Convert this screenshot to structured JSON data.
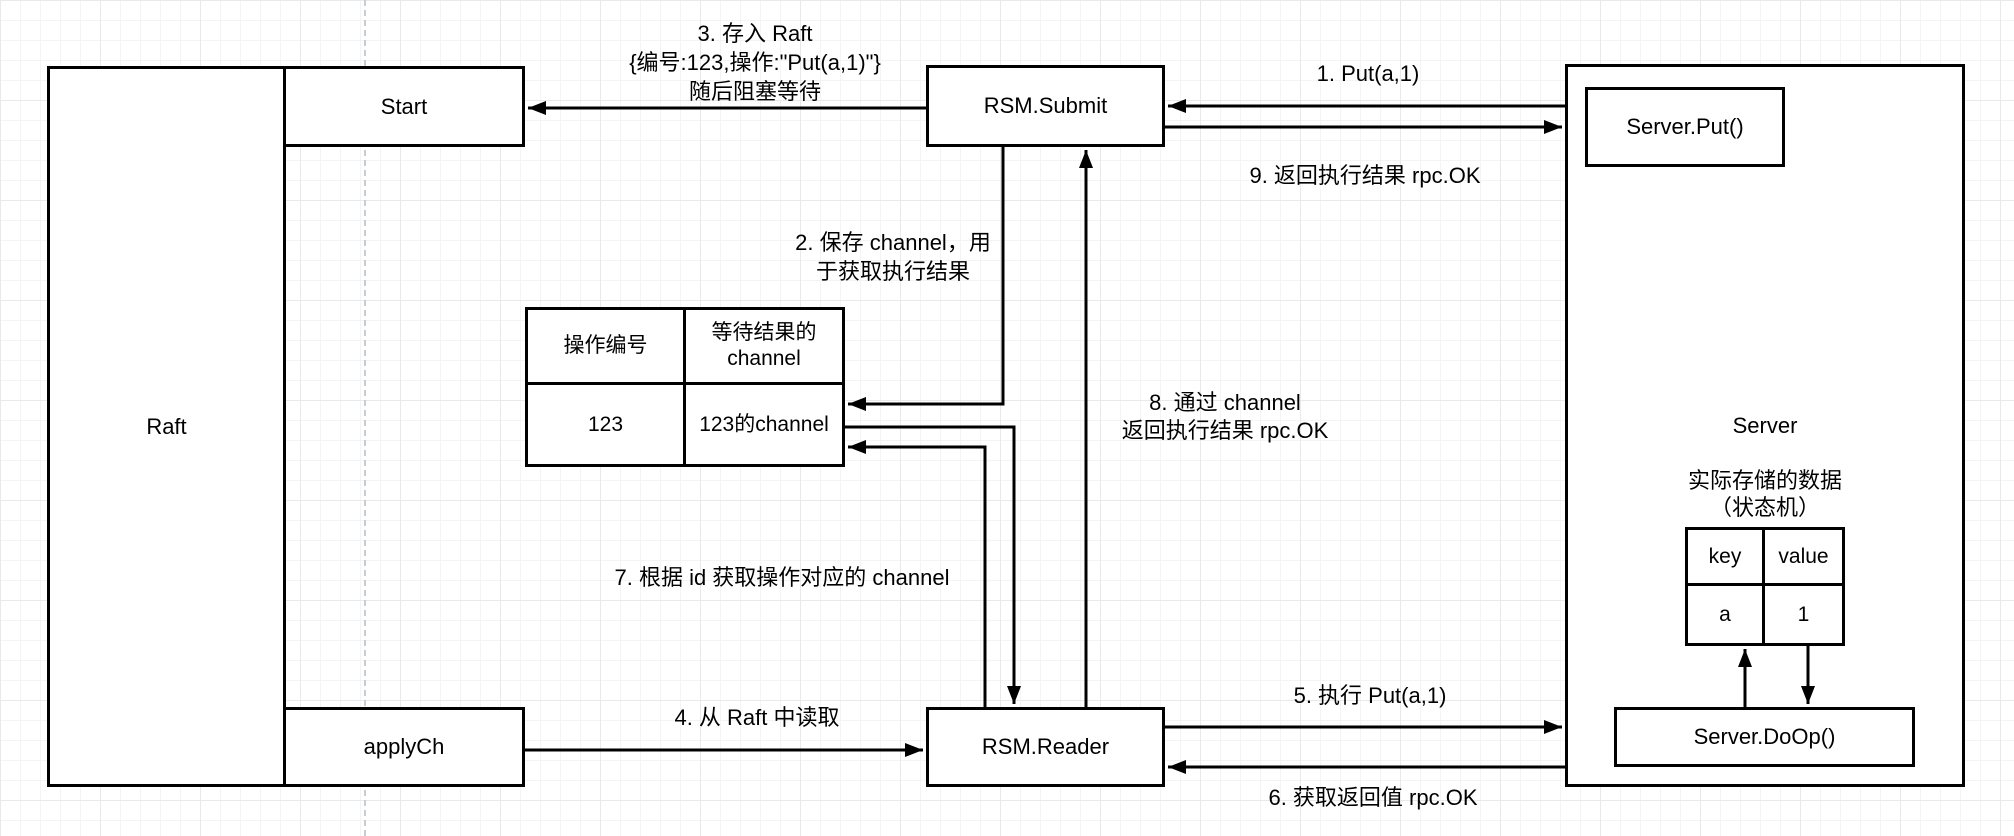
{
  "nodes": {
    "raft": "Raft",
    "start": "Start",
    "applych": "applyCh",
    "rsm_submit": "RSM.Submit",
    "rsm_reader": "RSM.Reader",
    "server": "Server",
    "server_put": "Server.Put()",
    "server_doop": "Server.DoOp()"
  },
  "pending_table": {
    "col1_header": "操作编号",
    "col2_header_line1": "等待结果的",
    "col2_header_line2": "channel",
    "row_id": "123",
    "row_channel": "123的channel"
  },
  "kv": {
    "caption_line1": "实际存储的数据",
    "caption_line2": "（状态机）",
    "header_key": "key",
    "header_value": "value",
    "row_key": "a",
    "row_value": "1"
  },
  "edges": {
    "e1": "1. Put(a,1)",
    "e2_l1": "2. 保存 channel，用",
    "e2_l2": "于获取执行结果",
    "e3_l1": "3. 存入 Raft",
    "e3_l2": "{编号:123,操作:\"Put(a,1)\"}",
    "e3_l3": "随后阻塞等待",
    "e4": "4. 从 Raft 中读取",
    "e5": "5. 执行 Put(a,1)",
    "e6": "6. 获取返回值 rpc.OK",
    "e7": "7. 根据 id 获取操作对应的 channel",
    "e8_l1": "8. 通过 channel",
    "e8_l2": "返回执行结果 rpc.OK",
    "e9": "9. 返回执行结果 rpc.OK"
  },
  "colors": {
    "stroke": "#000000",
    "node_fill": "#ffffff",
    "grid_minor": "#f3f4f5",
    "grid_major": "#e7e9ea",
    "guide": "#c9cdd1"
  }
}
